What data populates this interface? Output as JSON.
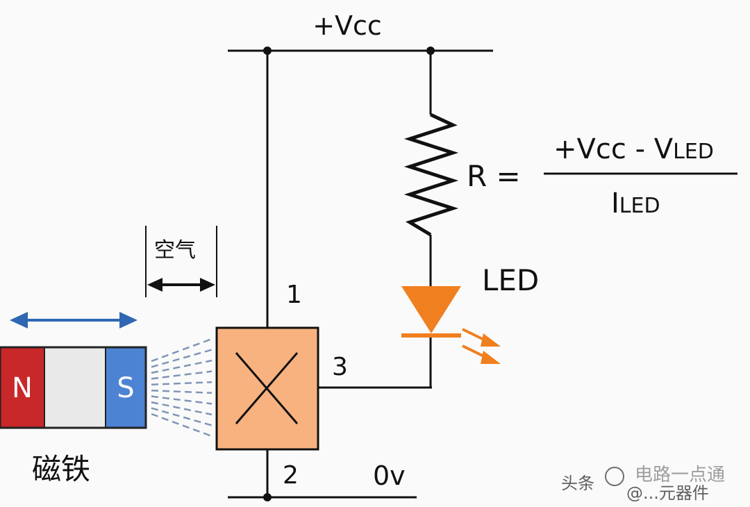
{
  "supply_label": "+Vcc",
  "ground_label": "0v",
  "resistor_label": "R =",
  "formula": {
    "numerator_main": "+Vcc - V",
    "numerator_sub": "LED",
    "denominator_main": "I",
    "denominator_sub": "LED"
  },
  "led_label": "LED",
  "pin_labels": {
    "pin1": "1",
    "pin2": "2",
    "pin3": "3"
  },
  "air_gap_label": "空气",
  "magnet": {
    "north": "N",
    "south": "S",
    "caption": "磁铁"
  },
  "watermark": {
    "prefix": "头条",
    "line1": "电路一点通",
    "line2": "@...元器件"
  },
  "colors": {
    "wire": "#111111",
    "sensor_fill": "#f7b27f",
    "led_orange": "#f07f1f",
    "arrow_blue": "#2f67b3",
    "north_red": "#c8282a",
    "south_blue": "#4d83d3",
    "magnet_middle": "#e9e9e9",
    "field_lines": "#7f95b6"
  }
}
